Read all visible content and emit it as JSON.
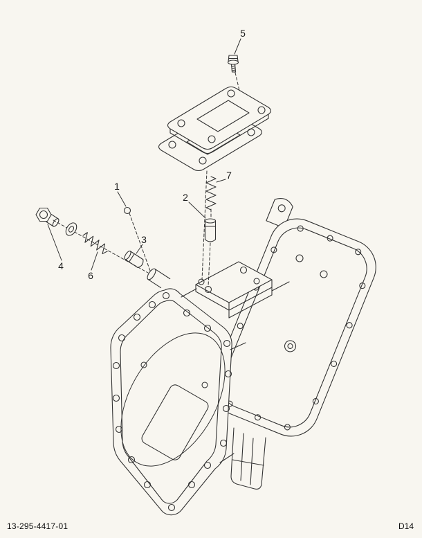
{
  "page": {
    "paper_color": "#f8f6f0",
    "line_color": "#333333"
  },
  "callouts": [
    {
      "number": "1"
    },
    {
      "number": "2"
    },
    {
      "number": "3"
    },
    {
      "number": "4"
    },
    {
      "number": "5"
    },
    {
      "number": "6"
    },
    {
      "number": "7"
    }
  ],
  "footer": {
    "part_number": "13-295-4417-01",
    "page_code": "D14"
  }
}
